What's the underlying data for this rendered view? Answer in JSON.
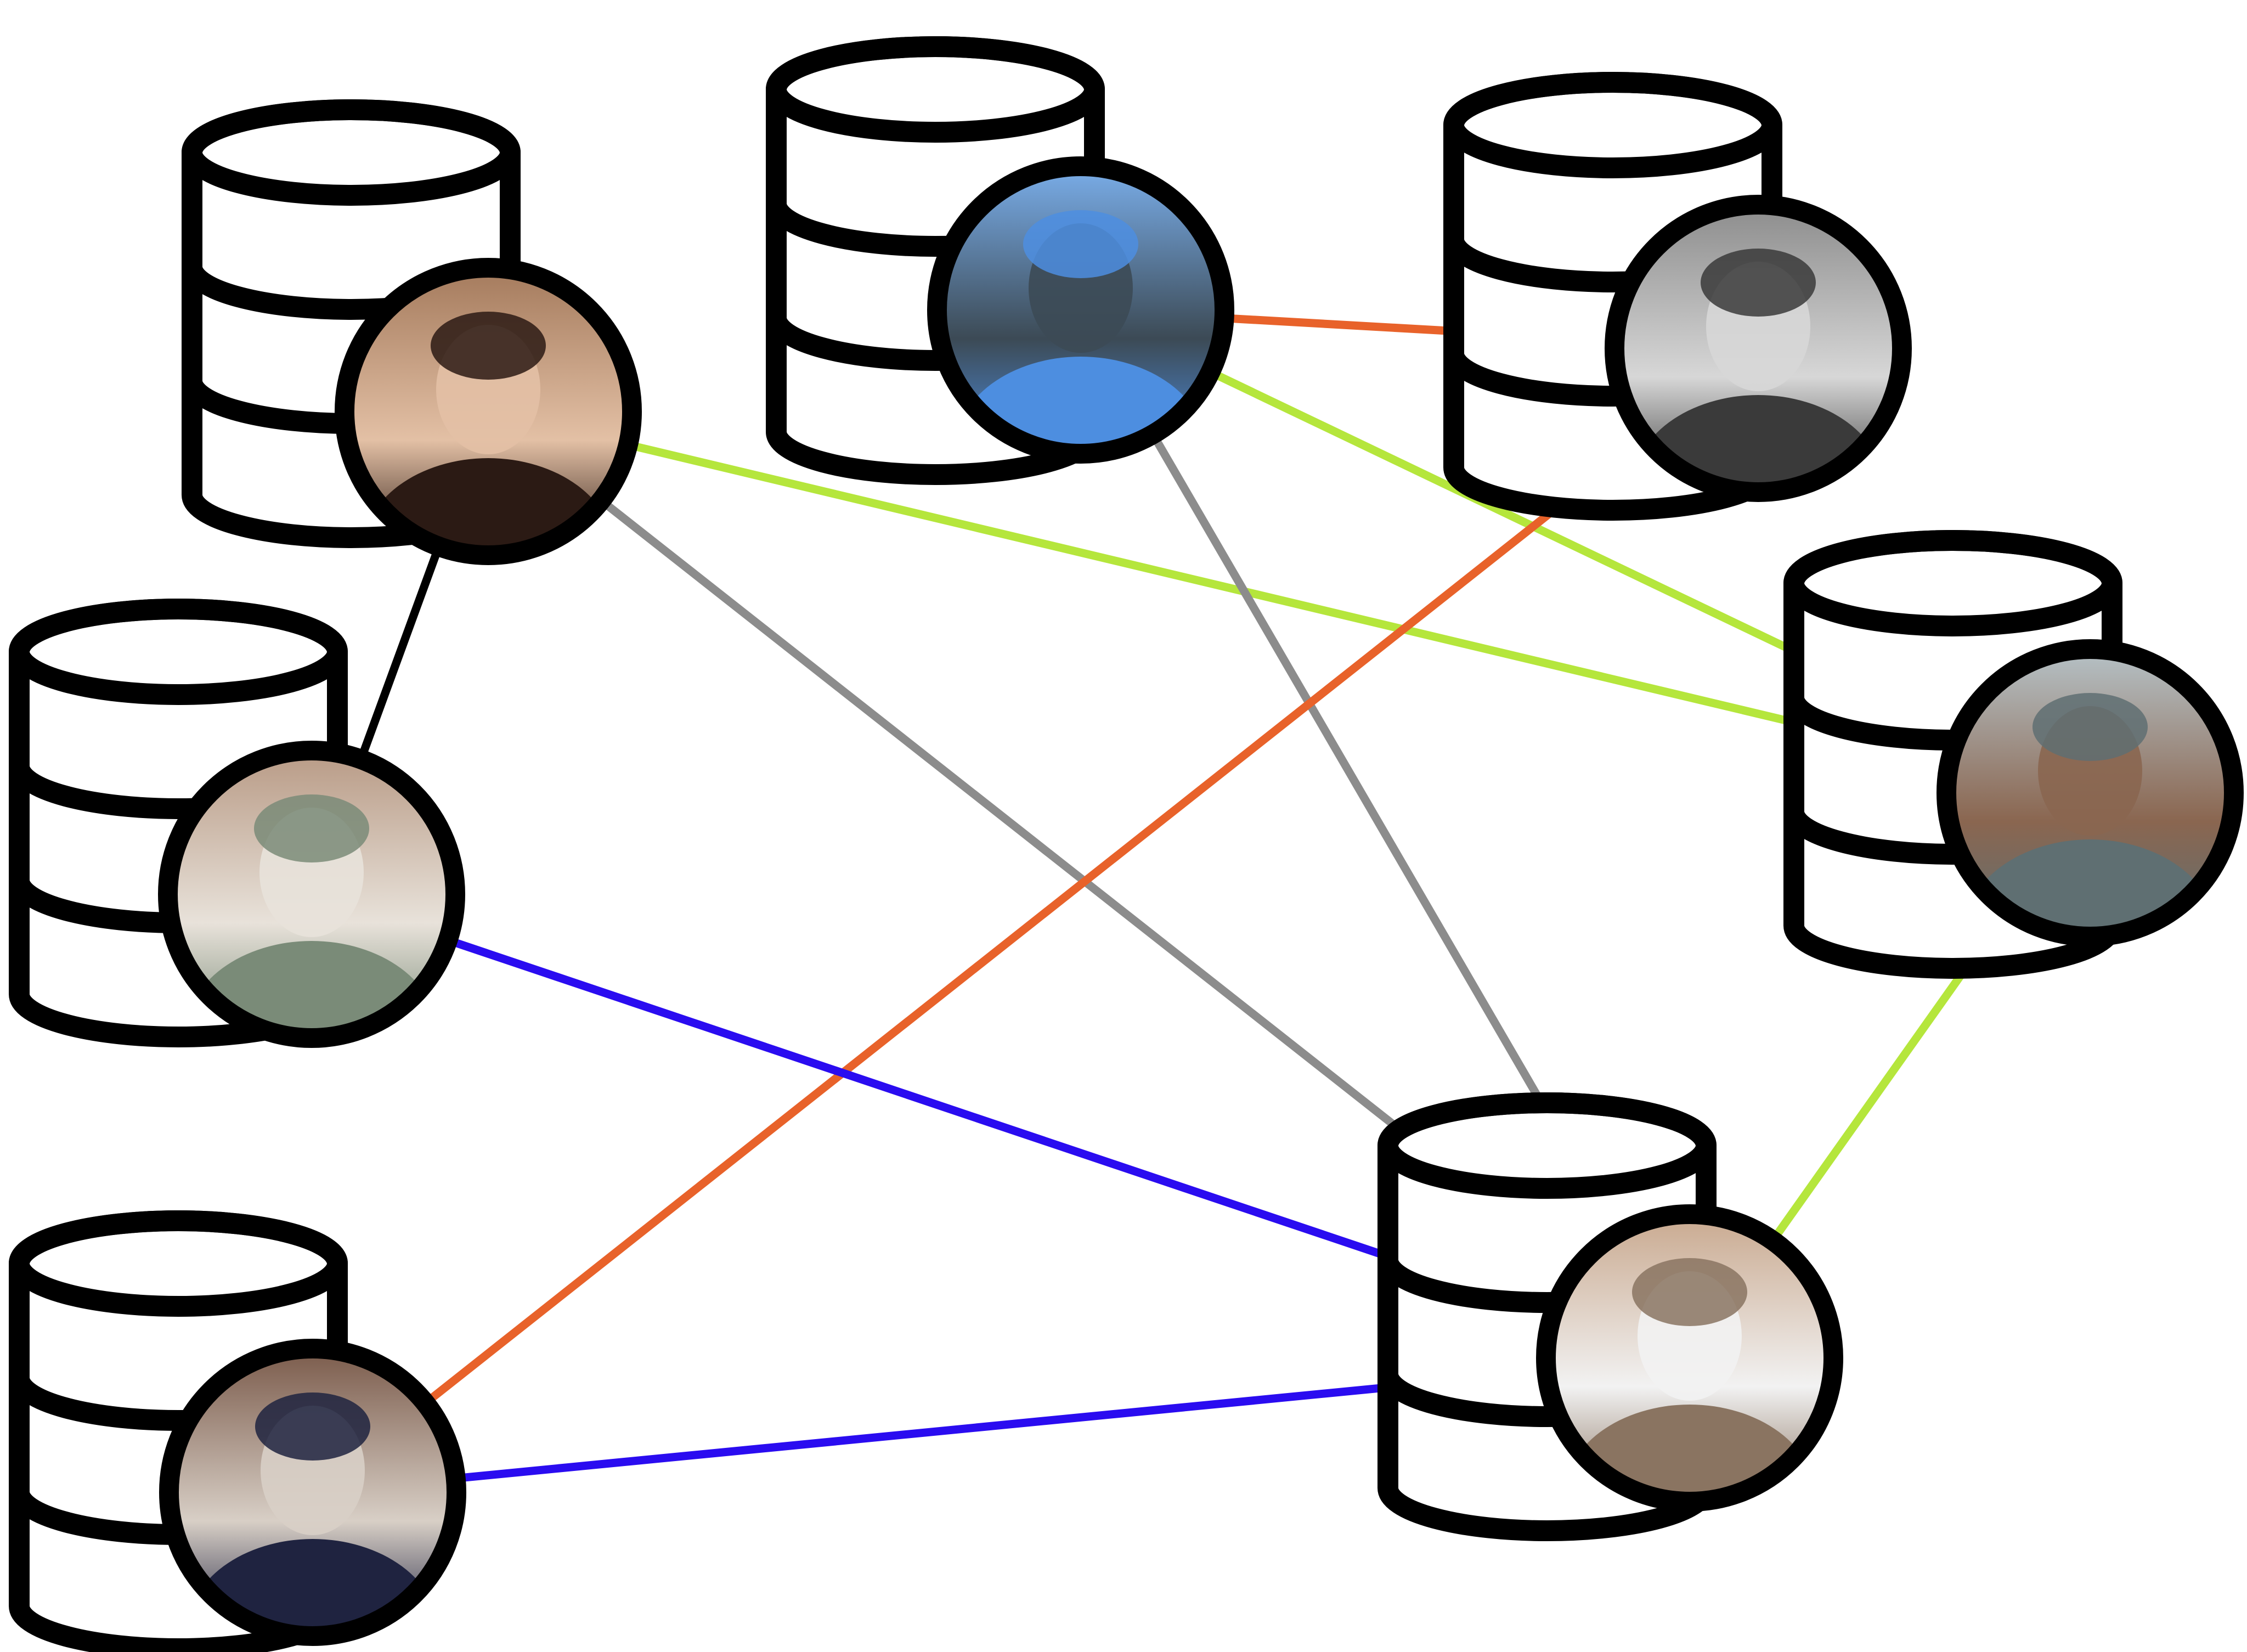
{
  "diagram": {
    "type": "network",
    "background": "#ffffff",
    "outline_color": "#000000",
    "nodes": [
      {
        "id": "person-1",
        "icon": "database-icon",
        "avatar": "person-avatar",
        "photo_tones": [
          "#2b1a14",
          "#a47a5c",
          "#e3c0a5"
        ]
      },
      {
        "id": "person-2",
        "icon": "database-icon",
        "avatar": "person-avatar",
        "photo_tones": [
          "#4d8ee0",
          "#7aaeea",
          "#3c4a55"
        ]
      },
      {
        "id": "person-3",
        "icon": "database-icon",
        "avatar": "person-avatar",
        "photo_tones": [
          "#3a3a3a",
          "#8c8c8c",
          "#d7d7d7"
        ]
      },
      {
        "id": "person-4",
        "icon": "database-icon",
        "avatar": "person-avatar",
        "photo_tones": [
          "#7a8b78",
          "#b89a85",
          "#e8e2da"
        ]
      },
      {
        "id": "person-5",
        "icon": "database-icon",
        "avatar": "person-avatar",
        "photo_tones": [
          "#5f6f72",
          "#b6c2c7",
          "#8a6650"
        ]
      },
      {
        "id": "person-6",
        "icon": "database-icon",
        "avatar": "person-avatar",
        "photo_tones": [
          "#1f2340",
          "#7a5a4a",
          "#d8cfc6"
        ]
      },
      {
        "id": "person-7",
        "icon": "database-icon",
        "avatar": "person-avatar",
        "photo_tones": [
          "#8a7461",
          "#c9a98f",
          "#f2f2f2"
        ]
      }
    ],
    "edges": [
      {
        "from": "person-1",
        "to": "person-4",
        "color": "#000000"
      },
      {
        "from": "person-1",
        "to": "person-5",
        "color": "#b5e63c"
      },
      {
        "from": "person-1",
        "to": "person-7",
        "color": "#8c8c8c"
      },
      {
        "from": "person-2",
        "to": "person-3",
        "color": "#e8622a"
      },
      {
        "from": "person-2",
        "to": "person-5",
        "color": "#b5e63c"
      },
      {
        "from": "person-2",
        "to": "person-7",
        "color": "#8c8c8c"
      },
      {
        "from": "person-3",
        "to": "person-6",
        "color": "#e8622a"
      },
      {
        "from": "person-4",
        "to": "person-7",
        "color": "#2a0cf0"
      },
      {
        "from": "person-5",
        "to": "person-7",
        "color": "#b5e63c"
      },
      {
        "from": "person-6",
        "to": "person-7",
        "color": "#2a0cf0"
      }
    ]
  }
}
